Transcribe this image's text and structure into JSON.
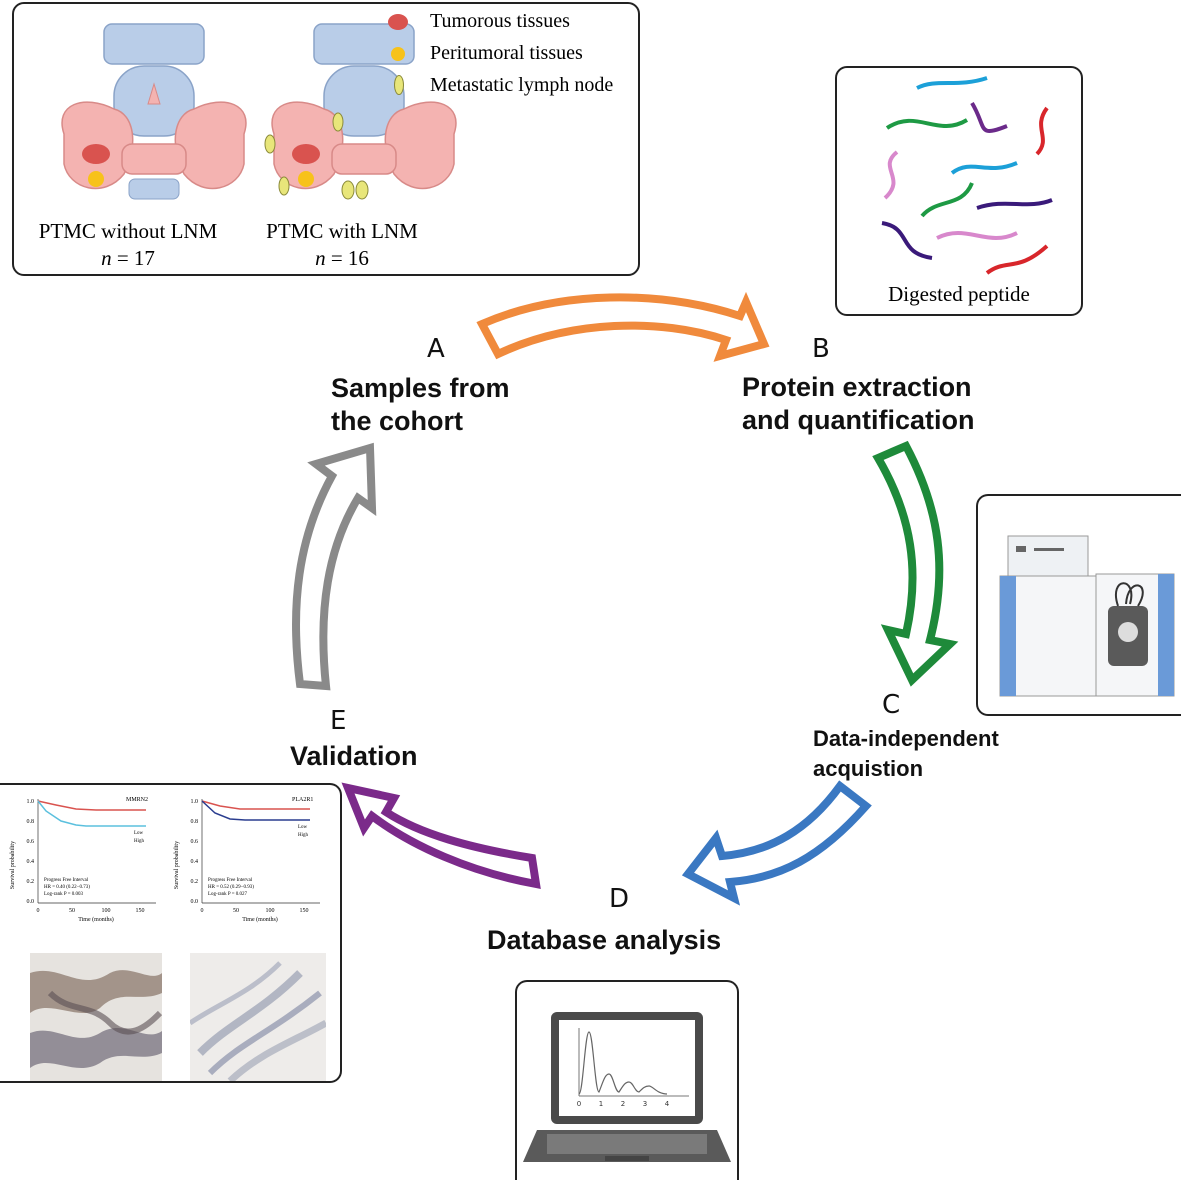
{
  "cohort_panel": {
    "legend": [
      {
        "label": "Tumorous tissues",
        "color": "#d9534f"
      },
      {
        "label": "Peritumoral tissues",
        "color": "#f7c21a"
      },
      {
        "label": "Metastatic lymph node",
        "color": "#e8e67a"
      }
    ],
    "groups": [
      {
        "name": "PTMC without LNM",
        "n_label": "n",
        "n_value": "= 17"
      },
      {
        "name": "PTMC with LNM",
        "n_label": "n",
        "n_value": "= 16"
      }
    ]
  },
  "peptide_panel": {
    "label": "Digested peptide"
  },
  "steps": [
    {
      "letter": "A",
      "title_lines": [
        "Samples from",
        "the cohort"
      ],
      "arrow_color": "#f08a3c"
    },
    {
      "letter": "B",
      "title_lines": [
        "Protein extraction",
        "and quantification"
      ],
      "arrow_color": "#1e8a3a"
    },
    {
      "letter": "C",
      "title_lines": [
        "Data-independent",
        "acquistion"
      ],
      "arrow_color": "#3a78c2"
    },
    {
      "letter": "D",
      "title_lines": [
        "Database analysis"
      ],
      "arrow_color": "#7b2a8a"
    },
    {
      "letter": "E",
      "title_lines": [
        "Validation"
      ],
      "arrow_color": "#888888"
    }
  ],
  "validation_panel": {
    "plots": [
      {
        "gene": "MMRN2",
        "ylabel": "Survival probability",
        "xlabel": "Time (months)",
        "yticks": [
          "1.0",
          "0.8",
          "0.6",
          "0.4",
          "0.2",
          "0.0"
        ],
        "xticks": [
          "0",
          "50",
          "100",
          "150"
        ],
        "legend": [
          "Low",
          "High"
        ],
        "stats": [
          "Progress Free Interval",
          "HR = 0.40 (0.22−0.73)",
          "Log-rank P = 0.003"
        ],
        "colors": {
          "low": "#5bc0de",
          "high": "#d9534f"
        }
      },
      {
        "gene": "PLA2R1",
        "ylabel": "Survival probability",
        "xlabel": "Time (months)",
        "yticks": [
          "1.0",
          "0.8",
          "0.6",
          "0.4",
          "0.2",
          "0.0"
        ],
        "xticks": [
          "0",
          "50",
          "100",
          "150"
        ],
        "legend": [
          "Low",
          "High"
        ],
        "stats": [
          "Progress Free Interval",
          "HR = 0.52 (0.29−0.93)",
          "Log-rank P = 0.027"
        ],
        "colors": {
          "low": "#2a3d8f",
          "high": "#d9534f"
        }
      }
    ]
  },
  "laptop_panel": {
    "xticks": [
      "0",
      "1",
      "2",
      "3",
      "4"
    ]
  }
}
